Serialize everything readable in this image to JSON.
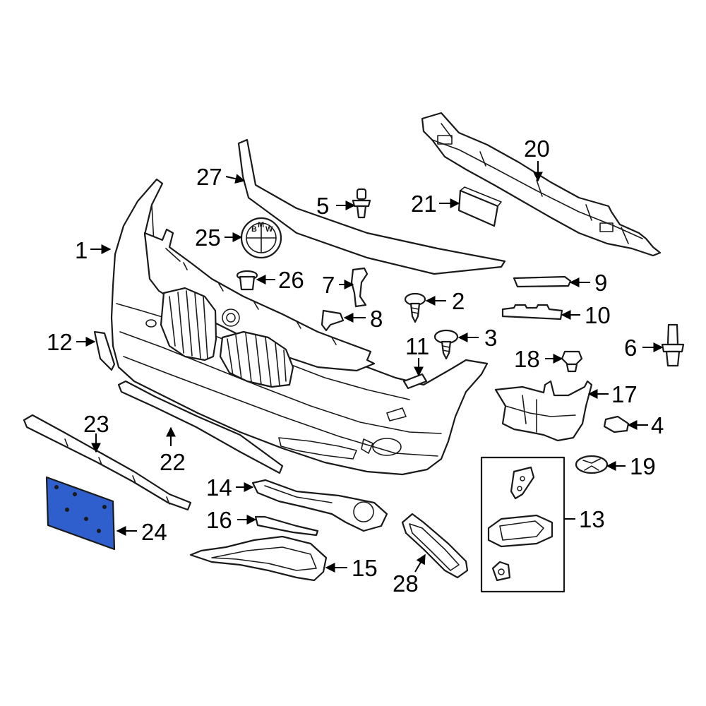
{
  "highlight_color": "#2f5fcc",
  "logo": {
    "letters": [
      "B",
      "M",
      "W"
    ]
  },
  "callouts": [
    {
      "label": "1",
      "id": "1"
    },
    {
      "label": "2",
      "id": "2"
    },
    {
      "label": "3",
      "id": "3"
    },
    {
      "label": "4",
      "id": "4"
    },
    {
      "label": "5",
      "id": "5"
    },
    {
      "label": "6",
      "id": "6"
    },
    {
      "label": "7",
      "id": "7"
    },
    {
      "label": "8",
      "id": "8"
    },
    {
      "label": "9",
      "id": "9"
    },
    {
      "label": "10",
      "id": "10"
    },
    {
      "label": "11",
      "id": "11"
    },
    {
      "label": "12",
      "id": "12"
    },
    {
      "label": "13",
      "id": "13"
    },
    {
      "label": "14",
      "id": "14"
    },
    {
      "label": "15",
      "id": "15"
    },
    {
      "label": "16",
      "id": "16"
    },
    {
      "label": "17",
      "id": "17"
    },
    {
      "label": "18",
      "id": "18"
    },
    {
      "label": "19",
      "id": "19"
    },
    {
      "label": "20",
      "id": "20"
    },
    {
      "label": "21",
      "id": "21"
    },
    {
      "label": "22",
      "id": "22"
    },
    {
      "label": "23",
      "id": "23"
    },
    {
      "label": "24",
      "id": "24"
    },
    {
      "label": "25",
      "id": "25"
    },
    {
      "label": "26",
      "id": "26"
    },
    {
      "label": "27",
      "id": "27"
    },
    {
      "label": "28",
      "id": "28"
    }
  ]
}
